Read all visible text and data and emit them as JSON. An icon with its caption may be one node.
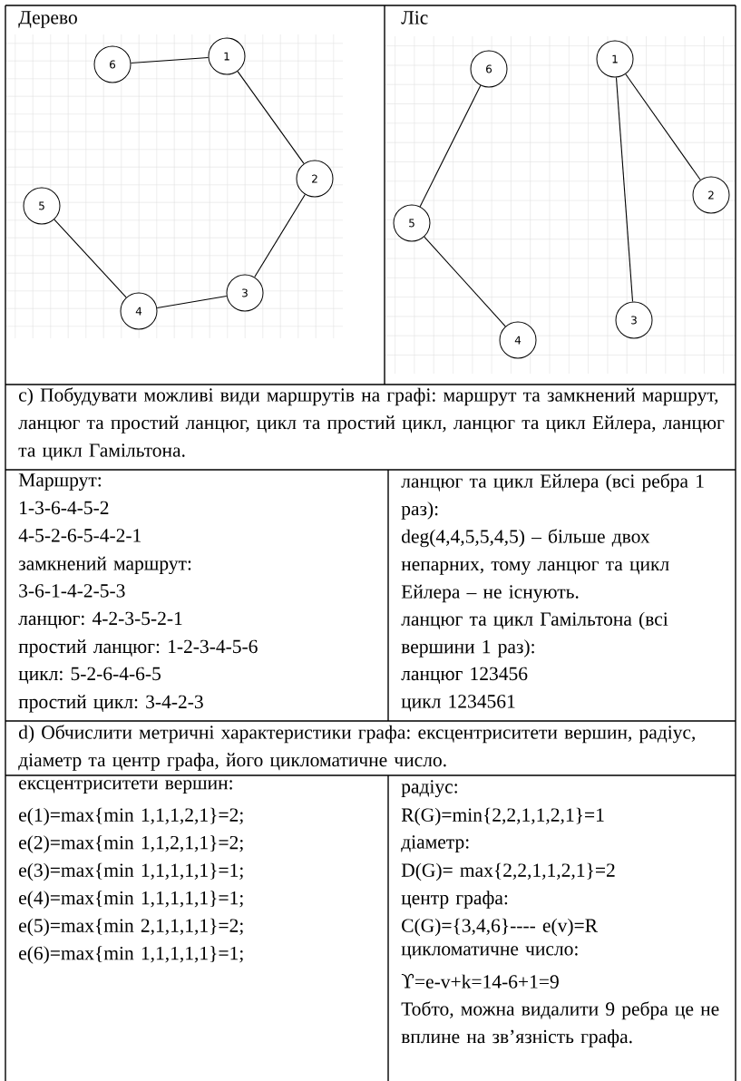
{
  "diagram": {
    "nodes": [
      {
        "text": [
          "1"
        ]
      },
      {
        "text": [
          "2"
        ]
      },
      {
        "text": [
          "3"
        ]
      },
      {
        "text": [
          "4"
        ]
      },
      {
        "text": [
          "5"
        ]
      },
      {
        "text": [
          "6"
        ]
      },
      {
        "text": [
          "1"
        ]
      },
      {
        "text": [
          "2"
        ]
      },
      {
        "text": [
          "3"
        ]
      },
      {
        "text": [
          "4"
        ]
      },
      {
        "text": [
          "5"
        ]
      },
      {
        "text": [
          "6"
        ]
      }
    ],
    "edges": [
      {
        "from": 5,
        "to": 0,
        "arrow": "none"
      },
      {
        "from": 0,
        "to": 1,
        "arrow": "none"
      },
      {
        "from": 1,
        "to": 2,
        "arrow": "none"
      },
      {
        "from": 2,
        "to": 3,
        "arrow": "none"
      },
      {
        "from": 3,
        "to": 4,
        "arrow": "none"
      },
      {
        "from": 11,
        "to": 10,
        "arrow": "none"
      },
      {
        "from": 10,
        "to": 9,
        "arrow": "none"
      },
      {
        "from": 6,
        "to": 8,
        "arrow": "none"
      },
      {
        "from": 6,
        "to": 7,
        "arrow": "none"
      }
    ],
    "labels": [
      "Дерево",
      "Ліс",
      "c) Побудувати можливі види маршрутів на графі: маршрут та замкнений маршрут, ланцюг та простий ланцюг, цикл та простий цикл, ланцюг та цикл Ейлера, ланцюг та цикл Гамільтона.",
      "Маршрут:",
      "1-3-6-4-5-2",
      "4-5-2-6-5-4-2-1",
      "замкнений маршрут:",
      "3-6-1-4-2-5-3",
      "ланцюг: 4-2-3-5-2-1",
      "простий ланцюг: 1-2-3-4-5-6",
      "цикл: 5-2-6-4-6-5",
      "простий цикл: 3-4-2-3",
      "ланцюг та цикл Ейлера (всі ребра 1 раз):",
      "deg(4,4,5,5,4,5) – більше двох непарних, тому  ланцюг та цикл Ейлера – не існують.",
      "ланцюг та цикл Гамільтона (всі вершини 1 раз):",
      "ланцюг 123456",
      "цикл 1234561",
      "d) Обчислити метричні характеристики графа: ексцентриситети вершин, радіус, діаметр та центр графа, його цикломатичне число.",
      "ексцентриситети вершин:",
      "e(1)=max{min 1,1,1,2,1}=2;",
      "e(2)=max{min 1,1,2,1,1}=2;",
      "e(3)=max{min 1,1,1,1,1}=1;",
      "e(4)=max{min 1,1,1,1,1}=1;",
      "e(5)=max{min 2,1,1,1,1}=2;",
      "e(6)=max{min 1,1,1,1,1}=1;",
      "радіус:",
      "R(G)=min{2,2,1,1,2,1}=1",
      "діаметр:",
      "D(G)= max{2,2,1,1,2,1}=2",
      "центр графа:",
      "C(G)={3,4,6}---- e(v)=R",
      "цикломатичне число:",
      "ϒ=e-v+k=14-6+1=9",
      "Тобто, можна видалити 9 ребра це не вплине на зв’язність графа."
    ]
  }
}
